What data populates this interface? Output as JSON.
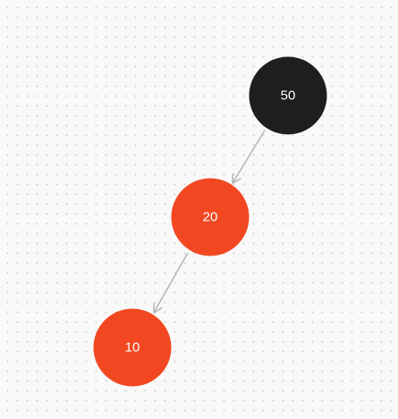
{
  "colors": {
    "black_node": "#1e1e1e",
    "red_node": "#f24822",
    "edge": "#b7b7b7",
    "label": "#ffffff",
    "background": "#f9f9f9"
  },
  "tree": {
    "nodes": [
      {
        "id": "n50",
        "value": "50",
        "color": "black"
      },
      {
        "id": "n20",
        "value": "20",
        "color": "red"
      },
      {
        "id": "n10",
        "value": "10",
        "color": "red"
      }
    ],
    "edges": [
      {
        "from": "n50",
        "to": "n20",
        "side": "left"
      },
      {
        "from": "n20",
        "to": "n10",
        "side": "left"
      }
    ]
  }
}
